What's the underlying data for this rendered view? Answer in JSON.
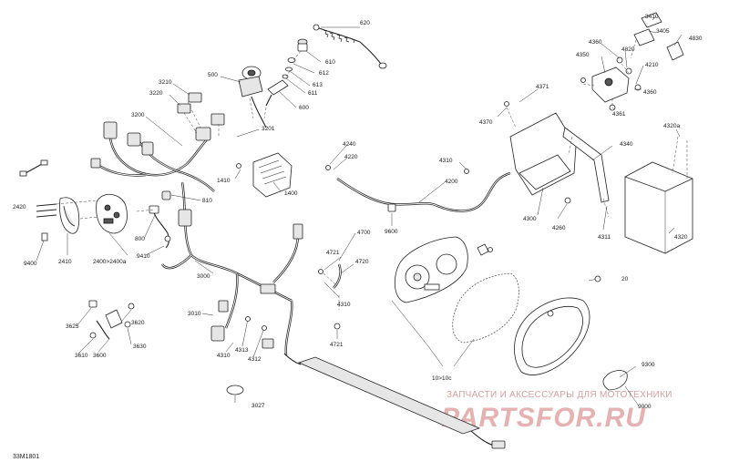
{
  "diagram": {
    "code": "33M1801",
    "watermark": {
      "caption": "ЗАПЧАСТИ И АКСЕССУАРЫ ДЛЯ МОТОТЕХНИКИ",
      "brand": "PARTSFOR.RU"
    },
    "callouts": [
      "620",
      "610",
      "612",
      "613",
      "611",
      "600",
      "500",
      "3210",
      "3220",
      "3200",
      "3201",
      "1410",
      "1400",
      "2420",
      "2410",
      "2400>2400a",
      "9400",
      "810",
      "800",
      "9410",
      "3000",
      "3010",
      "4310",
      "4313",
      "4312",
      "3027",
      "3625",
      "3620",
      "3610",
      "3600",
      "3630",
      "4240",
      "4220",
      "4200",
      "9600",
      "4310",
      "4700",
      "4721",
      "4720",
      "4310",
      "4721",
      "4371",
      "4370",
      "4300",
      "4260",
      "4340",
      "4311",
      "3410",
      "3405",
      "4830",
      "4360",
      "4820",
      "4350",
      "4210",
      "4360",
      "4361",
      "4320a",
      "4320",
      "20",
      "10>10c",
      "9300",
      "9000"
    ]
  }
}
